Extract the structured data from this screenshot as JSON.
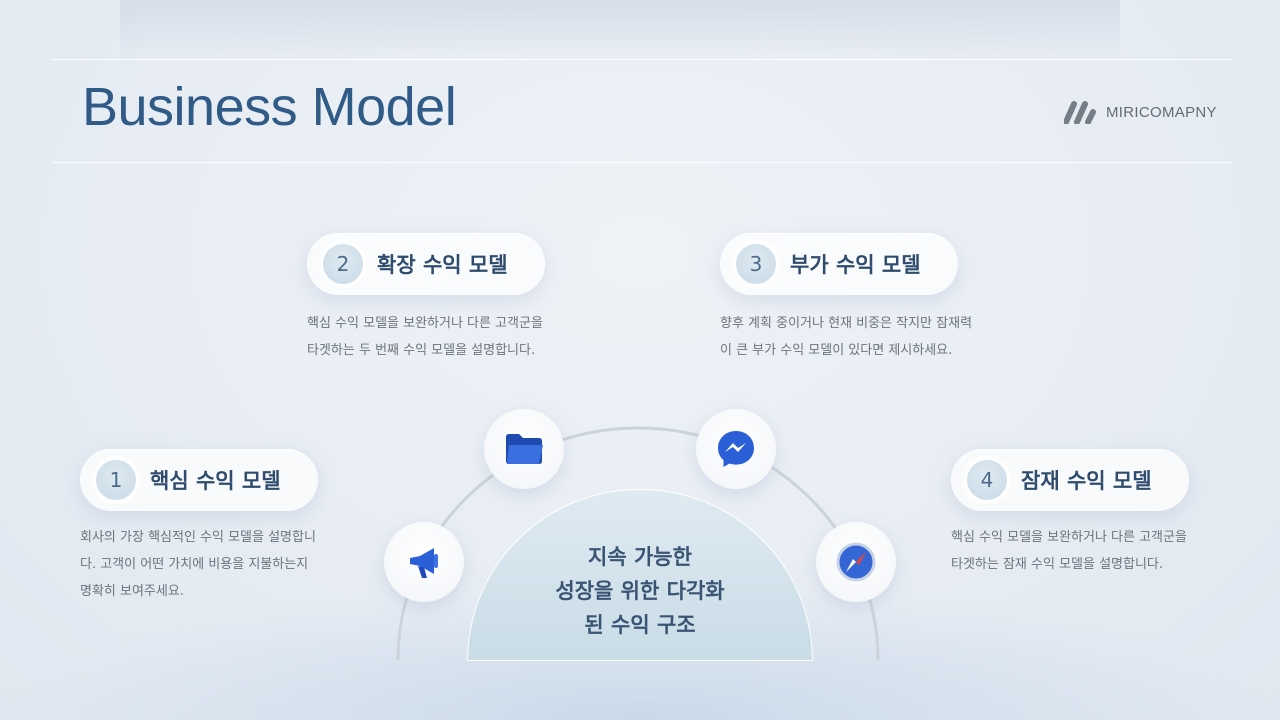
{
  "header": {
    "title": "Business Model",
    "brand_name": "MIRICOMAPNY"
  },
  "center": {
    "line1": "지속 가능한",
    "line2": "성장을 위한 다각화",
    "line3": "된 수익 구조"
  },
  "models": [
    {
      "number": "1",
      "label": "핵심 수익 모델",
      "desc_lines": [
        "회사의 가장 핵심적인 수익 모델을 설명합니",
        "다. 고객이 어떤 가치에 비용을 지불하는지",
        "명확히 보여주세요."
      ]
    },
    {
      "number": "2",
      "label": "확장 수익 모델",
      "desc_lines": [
        "핵심 수익 모델을 보완하거나 다른 고객군을",
        "타겟하는 두 번째 수익 모델을 설명합니다."
      ]
    },
    {
      "number": "3",
      "label": "부가 수익 모델",
      "desc_lines": [
        "향후 계획 중이거나 현재 비중은 작지만 잠재력",
        "이 큰 부가 수익 모델이 있다면 제시하세요."
      ]
    },
    {
      "number": "4",
      "label": "잠재 수익 모델",
      "desc_lines": [
        "핵심 수익 모델을 보완하거나 다른 고객군을",
        "타겟하는 잠재 수익 모델을 설명합니다."
      ]
    }
  ],
  "icons": [
    "megaphone-icon",
    "folder-icon",
    "messenger-icon",
    "compass-icon"
  ],
  "colors": {
    "title": "#2f5b86",
    "accent_blue": "#2a5fd8",
    "text_dark": "#2f4c6e",
    "text_muted": "#6d737c"
  }
}
